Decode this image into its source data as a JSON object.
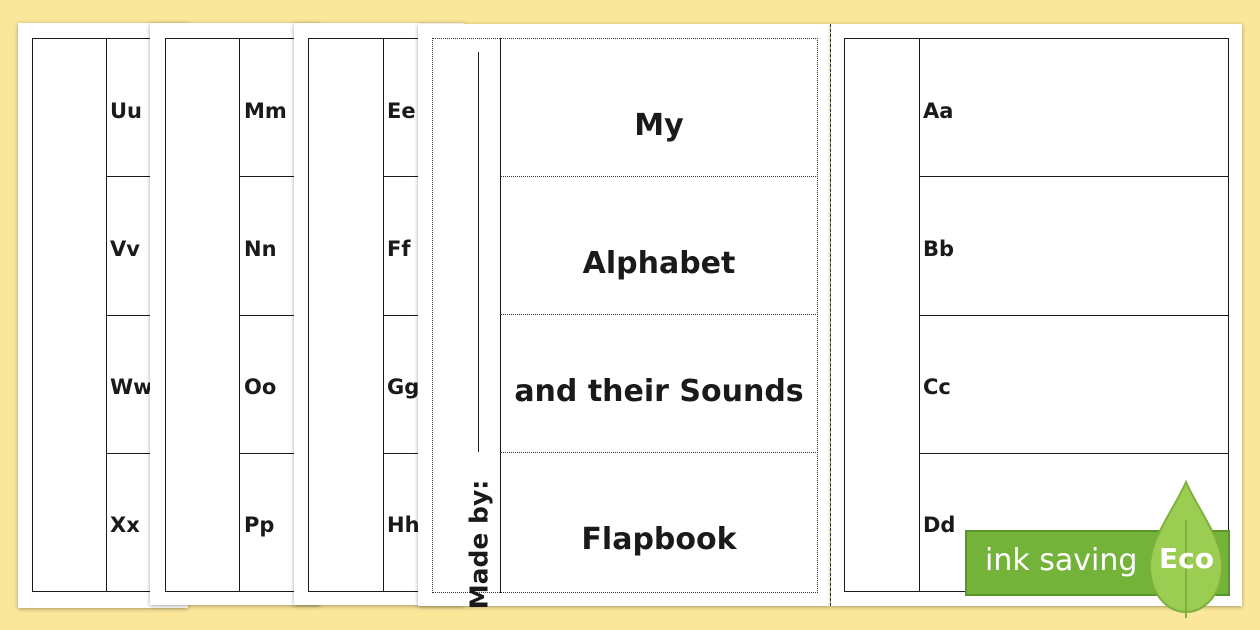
{
  "sheet1": {
    "letters": [
      "Uu",
      "Vv",
      "Ww",
      "Xx"
    ]
  },
  "sheet2": {
    "letters": [
      "Mm",
      "Nn",
      "Oo",
      "Pp"
    ]
  },
  "sheet3": {
    "letters": [
      "Ee",
      "Ff",
      "Gg",
      "Hh"
    ]
  },
  "cover": {
    "title_words": [
      "My",
      "Alphabet",
      "and their Sounds",
      "Flapbook"
    ],
    "made_by_label": "Made by:"
  },
  "sheet5": {
    "letters": [
      "Aa",
      "Bb",
      "Cc",
      "Dd"
    ]
  },
  "badge": {
    "label": "ink saving",
    "eco": "Eco",
    "color": "#74b33a",
    "leaf_color": "#9acd52"
  },
  "background_color": "#fbe79a"
}
